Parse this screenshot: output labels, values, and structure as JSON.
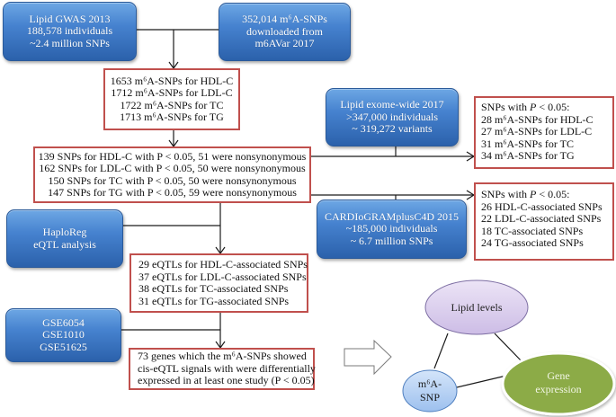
{
  "source_boxes": {
    "lipid_gwas": {
      "lines": [
        "Lipid GWAS 2013",
        "188,578 individuals",
        "~2.4 million SNPs"
      ]
    },
    "m6avar": {
      "lines": [
        "352,014 m⁶A-SNPs",
        "downloaded from",
        "m6AVar 2017"
      ]
    },
    "exome": {
      "lines": [
        "Lipid exome-wide 2017",
        ">347,000 individuals",
        "~ 319,272 variants"
      ]
    },
    "cardiogram": {
      "lines": [
        "CARDIoGRAMplusC4D 2015",
        "~185,000 individuals",
        "~ 6.7 million SNPs"
      ]
    },
    "haploreg": {
      "lines": [
        "HaploReg",
        "eQTL analysis"
      ]
    },
    "gse": {
      "lines": [
        "GSE6054",
        "GSE1010",
        "GSE51625"
      ]
    }
  },
  "result_boxes": {
    "m6a_snps": {
      "lines": [
        "1653 m⁶A-SNPs for HDL-C",
        "1712 m⁶A-SNPs for LDL-C",
        "1722 m⁶A-SNPs for TC",
        "1713 m⁶A-SNPs for TG"
      ]
    },
    "nonsynonymous": {
      "lines": [
        "139 SNPs for HDL-C with P < 0.05, 51 were nonsynonymous",
        "162 SNPs for LDL-C with P < 0.05, 50 were nonsynonymous",
        "150 SNPs for TC with P < 0.05, 50 were nonsynonymous",
        "147 SNPs for TG with P < 0.05, 59 were nonsynonymous"
      ]
    },
    "exome_results": {
      "header_prefix": "SNPs with ",
      "header_italic": "P",
      "header_suffix": " < 0.05:",
      "lines": [
        "28 m⁶A-SNPs for HDL-C",
        "27 m⁶A-SNPs for LDL-C",
        "31 m⁶A-SNPs for TC",
        "34 m⁶A-SNPs for TG"
      ]
    },
    "cardiogram_results": {
      "header_prefix": "SNPs with ",
      "header_italic": "P",
      "header_suffix": " < 0.05:",
      "lines": [
        "26 HDL-C-associated SNPs",
        "22 LDL-C-associated SNPs",
        "18 TC-associated SNPs",
        "24 TG-associated SNPs"
      ]
    },
    "eqtls": {
      "lines": [
        "29 eQTLs for HDL-C-associated SNPs",
        "37 eQTLs for LDL-C-associated SNPs",
        "38 eQTLs for TC-associated SNPs",
        "31 eQTLs for TG-associated SNPs"
      ]
    },
    "genes": {
      "lines": [
        "73 genes which the m⁶A-SNPs showed",
        "cis-eQTL signals with were differentially",
        "expressed in at least one study (P < 0.05)"
      ]
    }
  },
  "relationship": {
    "lipid": "Lipid levels",
    "snp_line1": "m⁶A-",
    "snp_line2": "SNP",
    "gene_line1": "Gene",
    "gene_line2": "expression"
  },
  "colors": {
    "source_box": "#3f7ac6",
    "result_border": "#c0504d",
    "lipid_node": "#ded2ef",
    "snp_node": "#b9d4f4",
    "gene_node": "#8cab47"
  }
}
